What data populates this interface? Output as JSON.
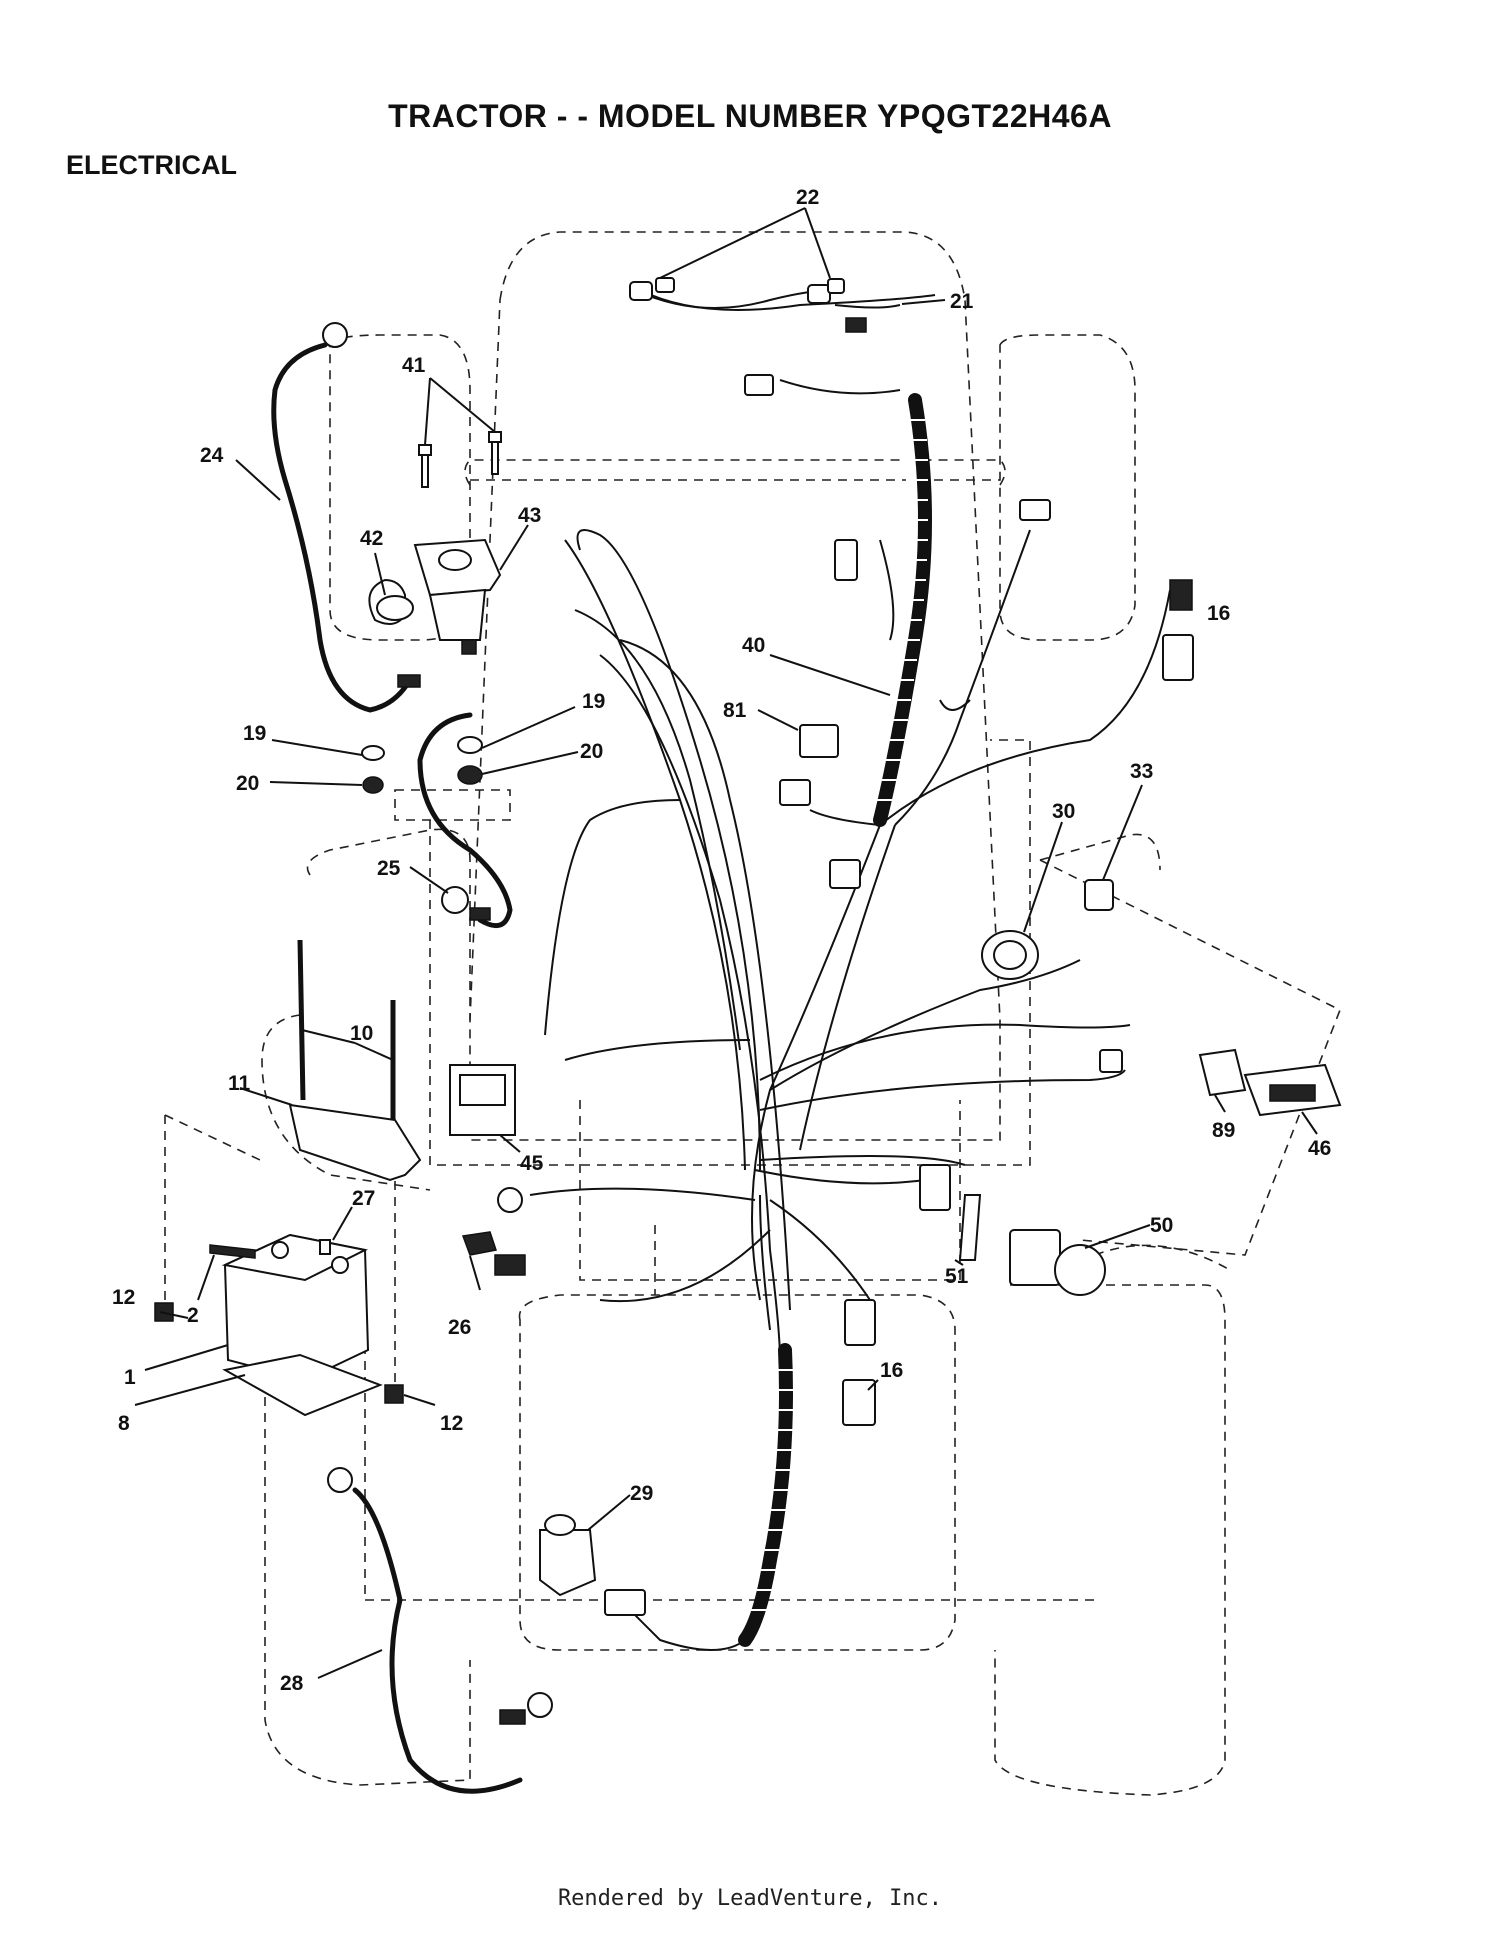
{
  "header": {
    "title": "TRACTOR - - MODEL NUMBER YPQGT22H46A",
    "section": "ELECTRICAL"
  },
  "callouts": {
    "c22": "22",
    "c21": "21",
    "c41": "41",
    "c24": "24",
    "c42": "42",
    "c43": "43",
    "c16a": "16",
    "c40": "40",
    "c19a": "19",
    "c19b": "19",
    "c20a": "20",
    "c20b": "20",
    "c81": "81",
    "c33": "33",
    "c30": "30",
    "c25": "25",
    "c10": "10",
    "c11": "11",
    "c45": "45",
    "c89": "89",
    "c46": "46",
    "c27": "27",
    "c50": "50",
    "c51": "51",
    "c12a": "12",
    "c2": "2",
    "c26": "26",
    "c1": "1",
    "c16b": "16",
    "c8": "8",
    "c12b": "12",
    "c29": "29",
    "c28": "28"
  },
  "footer": {
    "credit": "Rendered by LeadVenture, Inc."
  }
}
